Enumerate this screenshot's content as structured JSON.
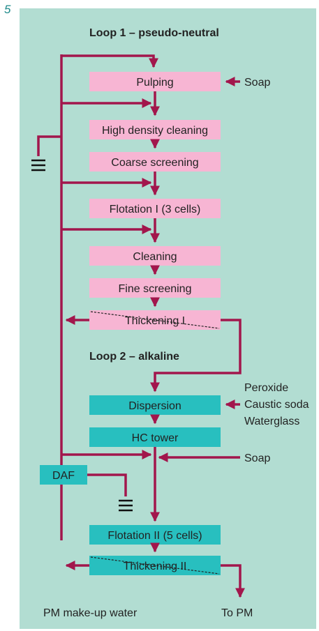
{
  "figure_number": "5",
  "colors": {
    "background": "#b2ddd2",
    "loop1_box": "#f7b5d3",
    "loop2_box": "#28bfbf",
    "pipe": "#a2164c"
  },
  "loop1": {
    "title": "Loop 1 – pseudo-neutral",
    "steps": [
      "Pulping",
      "High density cleaning",
      "Coarse screening",
      "Flotation I (3 cells)",
      "Cleaning",
      "Fine screening",
      "Thickening I"
    ]
  },
  "loop2": {
    "title": "Loop 2 – alkaline",
    "steps": [
      "Dispersion",
      "HC tower",
      "Flotation II (5 cells)",
      "Thickening II"
    ]
  },
  "side_units": {
    "daf": "DAF"
  },
  "inputs": {
    "soap_top": "Soap",
    "soap_bottom": "Soap",
    "chemicals": [
      "Peroxide",
      "Caustic soda",
      "Waterglass"
    ]
  },
  "outputs": {
    "make_up_water": "PM make-up water",
    "to_pm": "To PM"
  }
}
